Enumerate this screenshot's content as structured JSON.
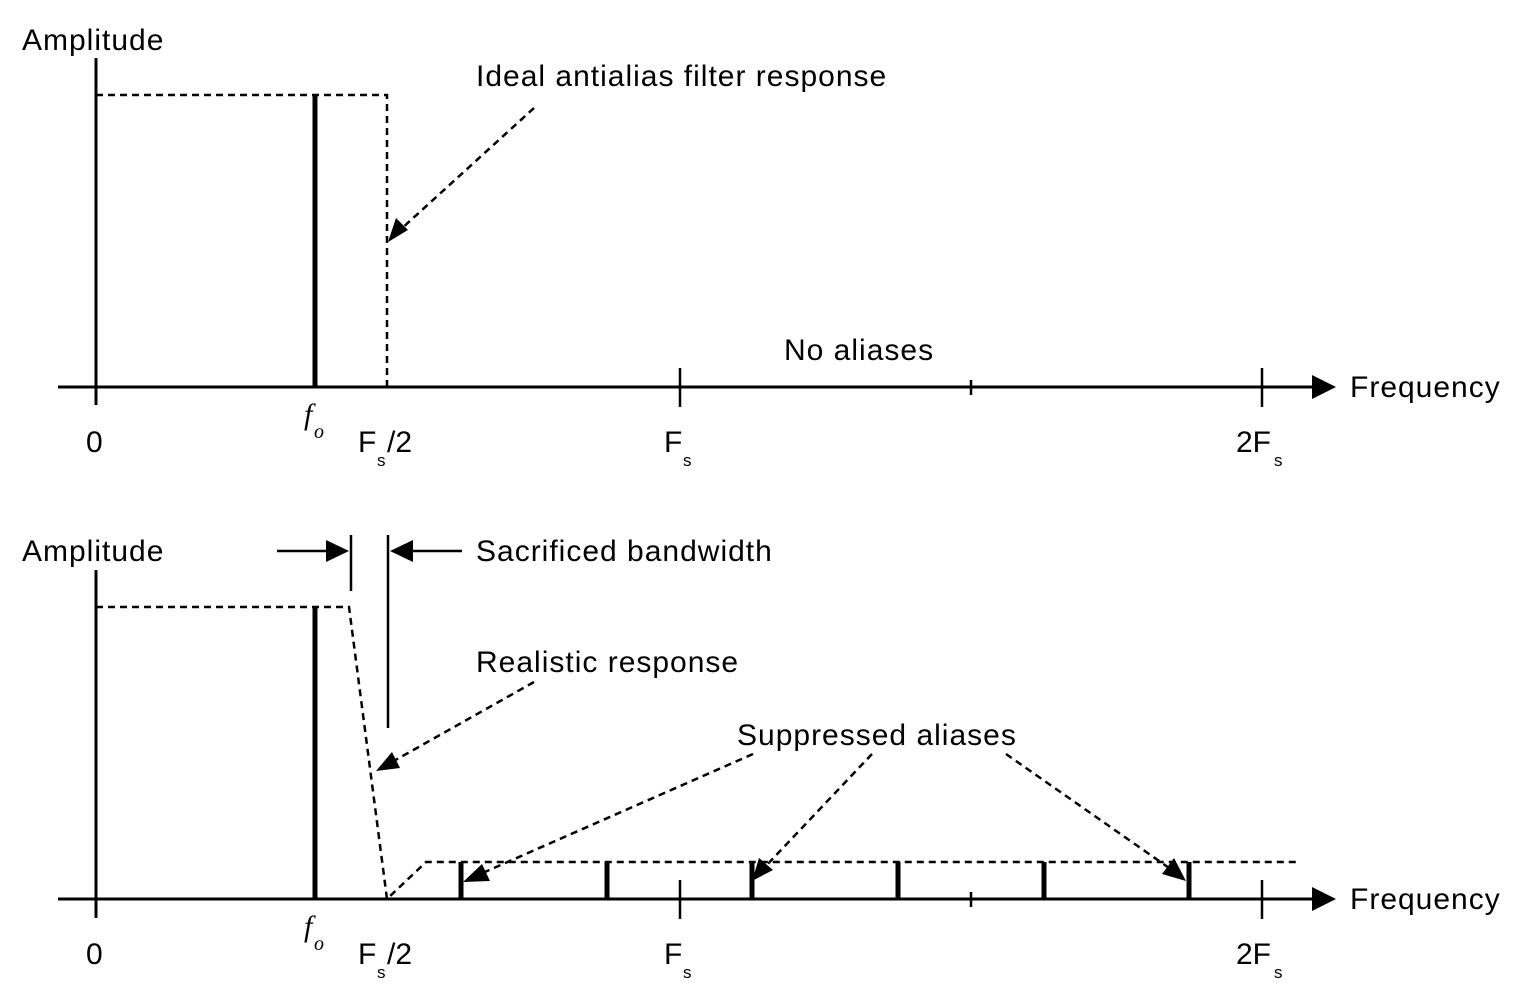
{
  "top_panel": {
    "y_axis_label": "Amplitude",
    "x_axis_label": "Frequency",
    "ticks": {
      "zero": "0",
      "fo_main": "f",
      "fo_sub": "o",
      "half_main": "F",
      "half_sub": "s",
      "half_suffix": "/2",
      "fs_main": "F",
      "fs_sub": "s",
      "two_fs_main": "2F",
      "two_fs_sub": "s"
    },
    "filter_annotation": "Ideal antialias filter response",
    "alias_annotation": "No aliases"
  },
  "bottom_panel": {
    "y_axis_label": "Amplitude",
    "x_axis_label": "Frequency",
    "ticks": {
      "zero": "0",
      "fo_main": "f",
      "fo_sub": "o",
      "half_main": "F",
      "half_sub": "s",
      "half_suffix": "/2",
      "fs_main": "F",
      "fs_sub": "s",
      "two_fs_main": "2F",
      "two_fs_sub": "s"
    },
    "bandwidth_annotation": "Sacrificed bandwidth",
    "filter_annotation": "Realistic response",
    "alias_annotation": "Suppressed aliases"
  }
}
